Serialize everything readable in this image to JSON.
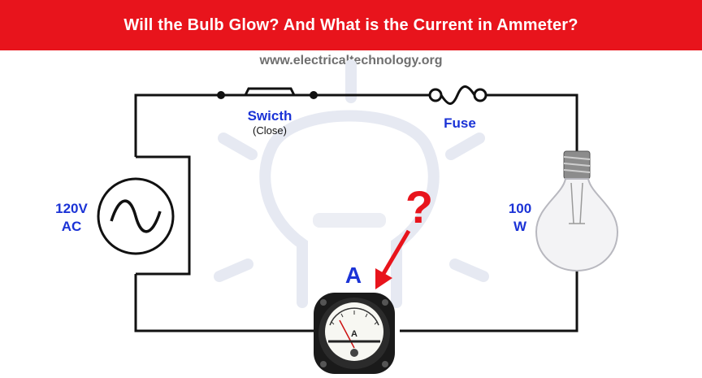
{
  "header": {
    "title": "Will the Bulb Glow? And What is the Current in Ammeter?",
    "bg_color": "#e8141c"
  },
  "watermark": {
    "url": "www.electricaltechnology.org"
  },
  "switch": {
    "label": "Swicth",
    "state": "(Close)"
  },
  "fuse": {
    "label": "Fuse"
  },
  "source": {
    "voltage": "120V",
    "type": "AC"
  },
  "bulb": {
    "power": "100",
    "unit": "W"
  },
  "ammeter": {
    "label": "A",
    "dial_letter": "A"
  },
  "question": {
    "mark": "?"
  },
  "colors": {
    "label_blue": "#1b33d6",
    "accent_red": "#e8141c",
    "wire": "#111111"
  }
}
